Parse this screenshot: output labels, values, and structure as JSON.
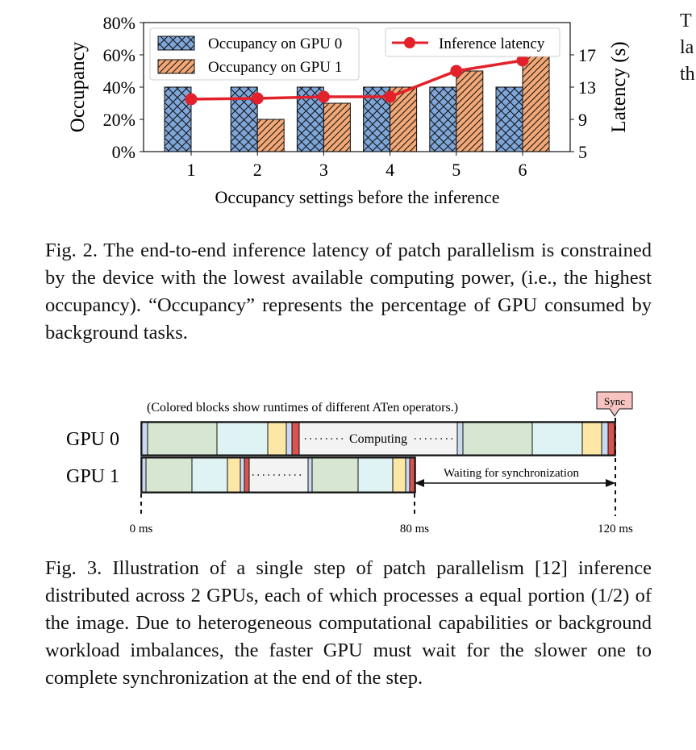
{
  "figure2": {
    "caption": "Fig. 2. The end-to-end inference latency of patch parallelism is constrained by the device with the lowest available computing power, (i.e., the highest occupancy). “Occupancy” represents the percentage of GPU consumed by background tasks.",
    "colors": {
      "gpu0": "#7ea6d8",
      "gpu1": "#f2a877",
      "latency": "#e3212a"
    },
    "chart_data": {
      "type": "bar",
      "categories": [
        "1",
        "2",
        "3",
        "4",
        "5",
        "6"
      ],
      "xlabel": "Occupancy settings before the inference",
      "ylabel": "Occupancy",
      "y2label": "Latency (s)",
      "ylim": [
        0,
        80
      ],
      "y_ticks": [
        "0%",
        "20%",
        "40%",
        "60%",
        "80%"
      ],
      "y2lim": [
        5,
        21
      ],
      "y2_ticks": [
        "5",
        "9",
        "13",
        "17"
      ],
      "series": [
        {
          "name": "Occupancy on GPU 0",
          "kind": "bar",
          "hatch": "crosshatch",
          "values": [
            40,
            40,
            40,
            40,
            40,
            40
          ]
        },
        {
          "name": "Occupancy on GPU 1",
          "kind": "bar",
          "hatch": "diagonal",
          "values": [
            0,
            20,
            30,
            40,
            50,
            60
          ]
        },
        {
          "name": "Inference latency",
          "kind": "line",
          "axis": "right",
          "values": [
            11.5,
            11.6,
            11.8,
            11.8,
            15.0,
            16.3
          ]
        }
      ],
      "legend": "top"
    }
  },
  "figure3": {
    "note": "(Colored blocks show runtimes of different ATen operators.)",
    "sync_label": "Sync",
    "gpu0_label": "GPU 0",
    "gpu1_label": "GPU 1",
    "computing_label": "Computing",
    "waiting_label": "Waiting for synchronization",
    "time_labels": [
      "0 ms",
      "80 ms",
      "120 ms"
    ],
    "caption": "Fig. 3. Illustration of a single step of patch parallelism [12] inference distributed across 2 GPUs, each of which processes a equal portion (1/2) of the image. Due to heterogeneous computational capabilities or background workload imbalances, the faster GPU must wait for the slower one to complete synchronization at the end of the step."
  },
  "right_column": {
    "line1": "T",
    "line2": "la",
    "line3": "th"
  }
}
